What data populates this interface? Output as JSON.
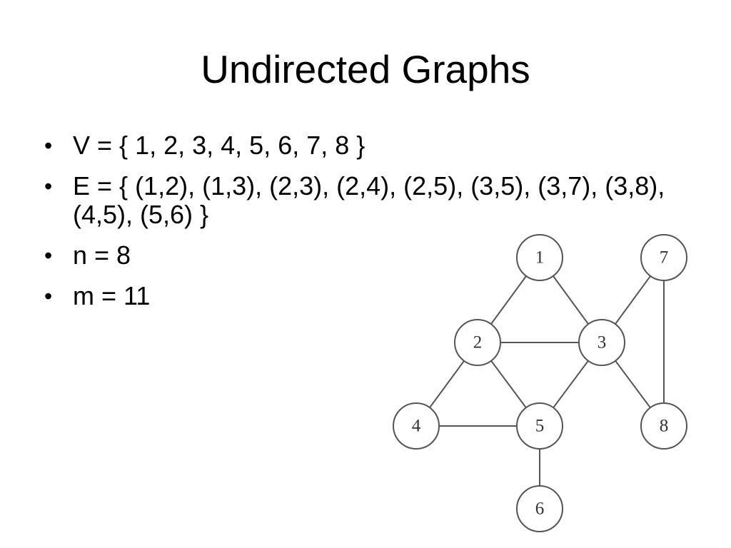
{
  "slide": {
    "title": "Undirected Graphs",
    "bullet_symbol": "•",
    "bullets": [
      "V = { 1, 2, 3, 4, 5, 6, 7, 8 }",
      "E = { (1,2), (1,3), (2,3), (2,4), (2,5), (3,5), (3,7), (3,8), (4,5), (5,6) }",
      "n = 8",
      "m = 11"
    ]
  },
  "graph": {
    "nodes": [
      "1",
      "2",
      "3",
      "4",
      "5",
      "6",
      "7",
      "8"
    ],
    "edges": [
      [
        "1",
        "2"
      ],
      [
        "1",
        "3"
      ],
      [
        "2",
        "3"
      ],
      [
        "2",
        "4"
      ],
      [
        "2",
        "5"
      ],
      [
        "3",
        "5"
      ],
      [
        "3",
        "7"
      ],
      [
        "3",
        "8"
      ],
      [
        "4",
        "5"
      ],
      [
        "5",
        "6"
      ],
      [
        "7",
        "8"
      ]
    ]
  }
}
